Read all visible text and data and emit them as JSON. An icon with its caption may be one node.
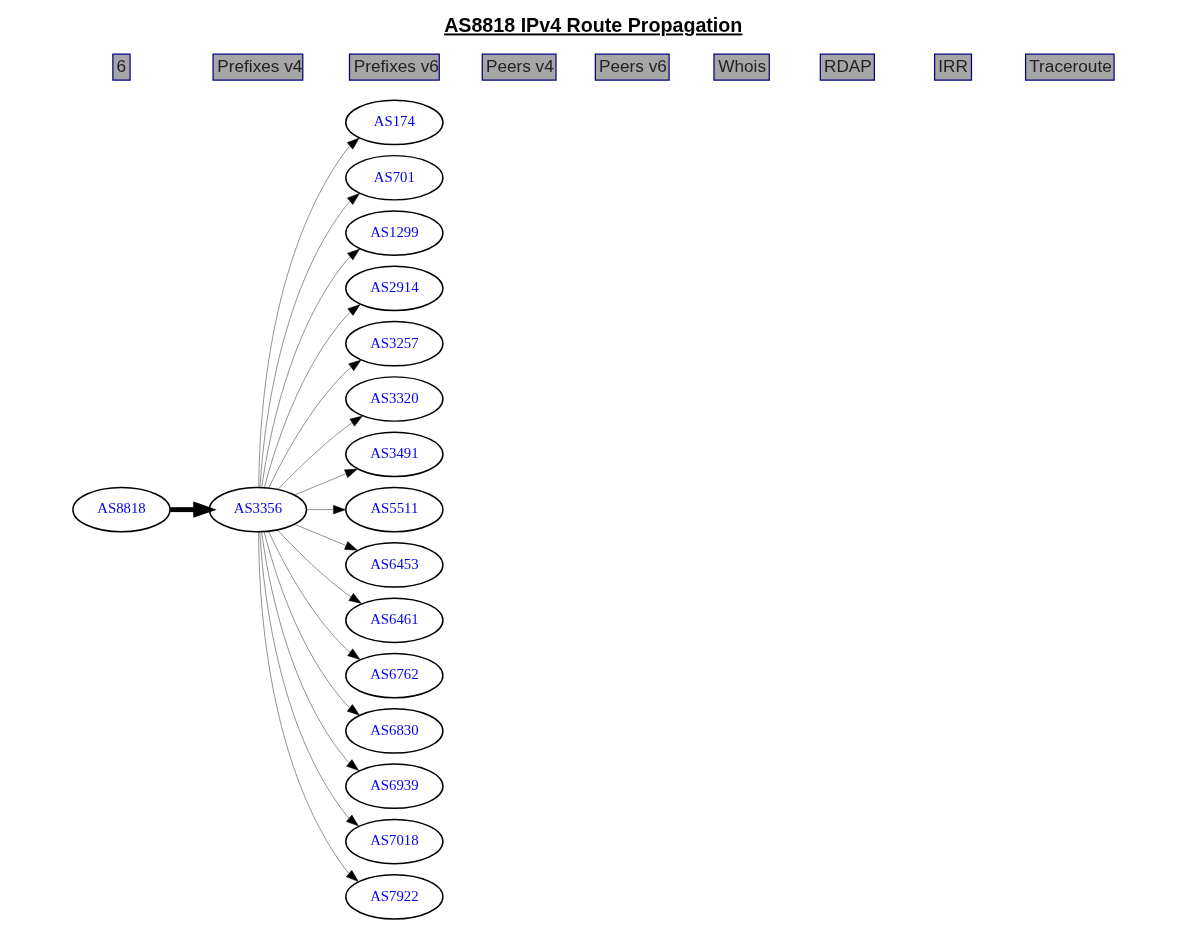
{
  "diagram": {
    "title": "AS8818 IPv4 Route Propagation",
    "nodes": [
      {
        "text": [
          "AS8818"
        ]
      },
      {
        "text": [
          "AS3356"
        ]
      },
      {
        "text": [
          "AS174"
        ]
      },
      {
        "text": [
          "AS701"
        ]
      },
      {
        "text": [
          "AS1299"
        ]
      },
      {
        "text": [
          "AS2914"
        ]
      },
      {
        "text": [
          "AS3257"
        ]
      },
      {
        "text": [
          "AS3320"
        ]
      },
      {
        "text": [
          "AS3491"
        ]
      },
      {
        "text": [
          "AS5511"
        ]
      },
      {
        "text": [
          "AS6453"
        ]
      },
      {
        "text": [
          "AS6461"
        ]
      },
      {
        "text": [
          "AS6762"
        ]
      },
      {
        "text": [
          "AS6830"
        ]
      },
      {
        "text": [
          "AS6939"
        ]
      },
      {
        "text": [
          "AS7018"
        ]
      },
      {
        "text": [
          "AS7922"
        ]
      }
    ],
    "edges": [
      {
        "from": 0,
        "to": 1,
        "arrow": "to",
        "style": "thick"
      },
      {
        "from": 1,
        "to": 2,
        "arrow": "to"
      },
      {
        "from": 1,
        "to": 3,
        "arrow": "to"
      },
      {
        "from": 1,
        "to": 4,
        "arrow": "to"
      },
      {
        "from": 1,
        "to": 5,
        "arrow": "to"
      },
      {
        "from": 1,
        "to": 6,
        "arrow": "to"
      },
      {
        "from": 1,
        "to": 7,
        "arrow": "to"
      },
      {
        "from": 1,
        "to": 8,
        "arrow": "to"
      },
      {
        "from": 1,
        "to": 9,
        "arrow": "to"
      },
      {
        "from": 1,
        "to": 10,
        "arrow": "to"
      },
      {
        "from": 1,
        "to": 11,
        "arrow": "to"
      },
      {
        "from": 1,
        "to": 12,
        "arrow": "to"
      },
      {
        "from": 1,
        "to": 13,
        "arrow": "to"
      },
      {
        "from": 1,
        "to": 14,
        "arrow": "to"
      },
      {
        "from": 1,
        "to": 15,
        "arrow": "to"
      },
      {
        "from": 1,
        "to": 16,
        "arrow": "to"
      }
    ],
    "labels": [
      "6",
      "Prefixes v4",
      "Prefixes v6",
      "Peers v4",
      "Peers v6",
      "Whois",
      "RDAP",
      "IRR",
      "Traceroute"
    ]
  }
}
